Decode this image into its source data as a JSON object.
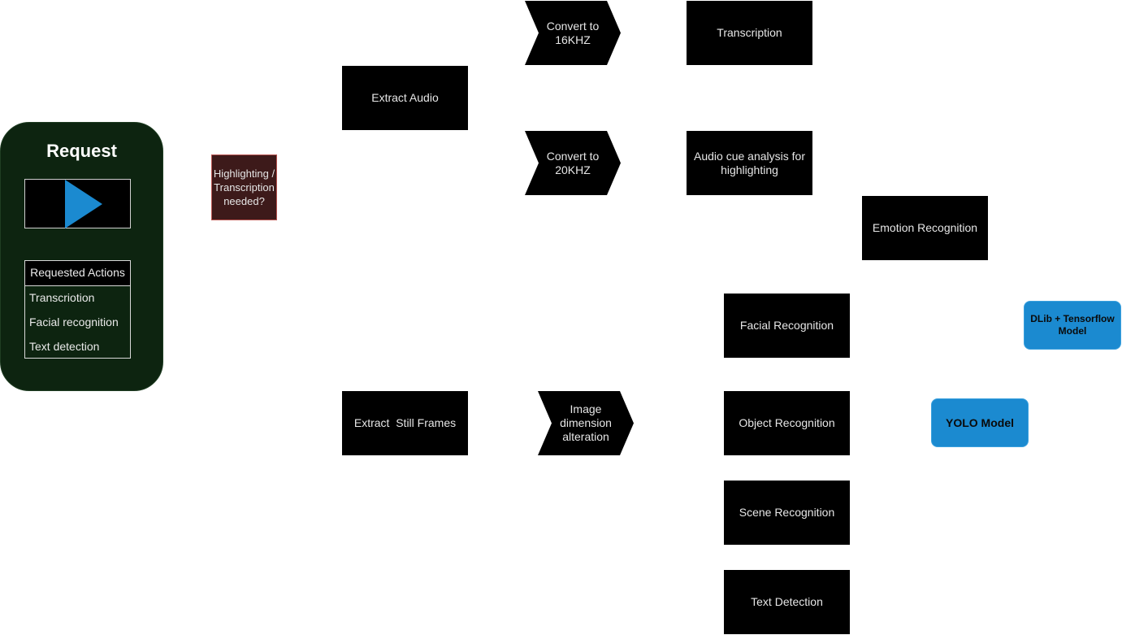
{
  "request": {
    "title": "Request",
    "actions_header": "Requested Actions",
    "actions": [
      "Transcriotion",
      "Facial recognition",
      "Text detection"
    ]
  },
  "decision": {
    "label": "Highlighting / Transcription needed?"
  },
  "audio": {
    "extract": "Extract Audio",
    "convert16": "Convert to 16KHZ",
    "convert20": "Convert to 20KHZ",
    "transcription": "Transcription",
    "cue_analysis": "Audio cue analysis for highlighting",
    "emotion": "Emotion Recognition"
  },
  "frames": {
    "extract": "Extract  Still Frames",
    "alteration": "Image dimension alteration",
    "facial": "Facial Recognition",
    "object": "Object Recognition",
    "scene": "Scene Recognition",
    "text": "Text Detection"
  },
  "models": {
    "dlib": "DLib + Tensorflow Model",
    "yolo": "YOLO Model"
  },
  "colors": {
    "process_box": "#000000",
    "request_panel": "#0d2410",
    "decision_fill": "#3d1a1a",
    "decision_border": "#b85450",
    "model_fill": "#1b8ad0",
    "play_icon": "#1b8ad0"
  }
}
